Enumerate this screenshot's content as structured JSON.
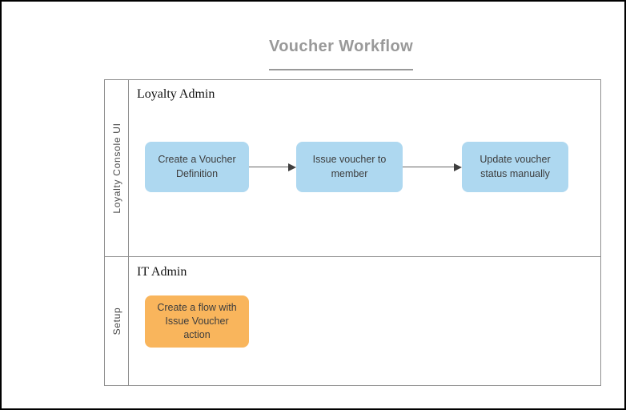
{
  "title": "Voucher Workflow",
  "colors": {
    "title_text": "#999999",
    "page_border": "#000000",
    "lane_border": "#8F8F8F",
    "node_blue_fill": "#AED8F0",
    "node_orange_fill": "#F9B55C",
    "node_text": "#3D3D3D",
    "connector_line": "#666666",
    "connector_head": "#3F3F3F"
  },
  "diagram": {
    "type": "swimlane-flowchart",
    "lanes": [
      {
        "lane_label": "Loyalty Console UI",
        "actor_label": "Loyalty Admin",
        "nodes": [
          {
            "label": "Create a Voucher Definition",
            "fill": "#AED8F0"
          },
          {
            "label": "Issue voucher to member",
            "fill": "#AED8F0"
          },
          {
            "label": "Update voucher status manually",
            "fill": "#AED8F0"
          }
        ]
      },
      {
        "lane_label": "Setup",
        "actor_label": "IT Admin",
        "nodes": [
          {
            "label": "Create a flow with Issue Voucher action",
            "fill": "#F9B55C"
          }
        ]
      }
    ],
    "connections": [
      {
        "from": "Create a Voucher Definition",
        "to": "Issue voucher to member"
      },
      {
        "from": "Issue voucher to member",
        "to": "Update voucher status manually"
      }
    ]
  }
}
